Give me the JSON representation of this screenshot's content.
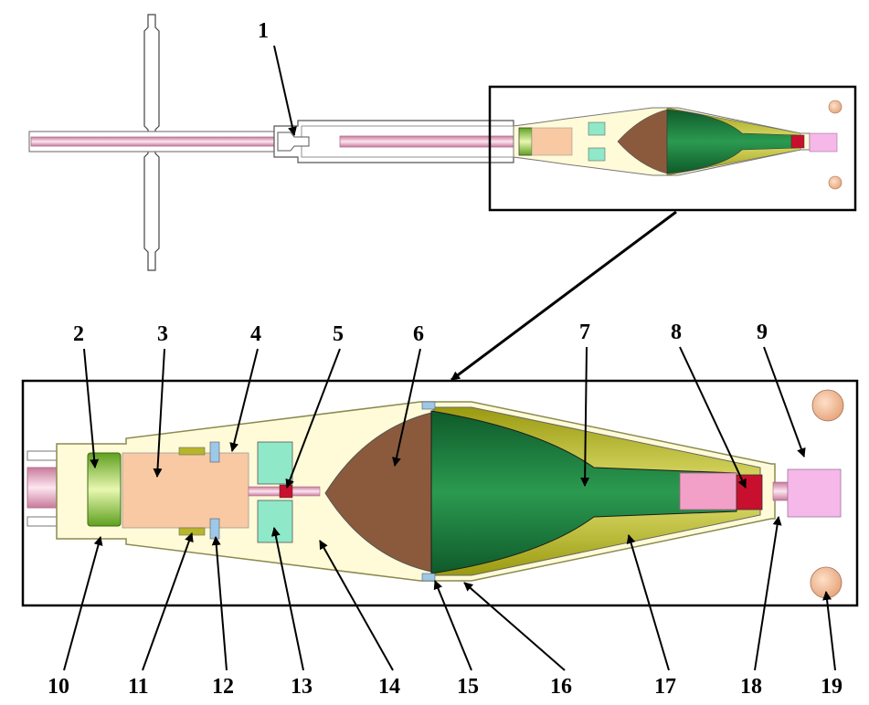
{
  "labels": {
    "l1": "1",
    "l2": "2",
    "l3": "3",
    "l4": "4",
    "l5": "5",
    "l6": "6",
    "l7": "7",
    "l8": "8",
    "l9": "9",
    "l10": "10",
    "l11": "11",
    "l12": "12",
    "l13": "13",
    "l14": "14",
    "l15": "15",
    "l16": "16",
    "l17": "17",
    "l18": "18",
    "l19": "19"
  },
  "colors": {
    "outline": "#000000",
    "shell_fill": "#fffbd8",
    "rod_pink": "#e7a9c4",
    "green_ring": "#8ecb3d",
    "charge_orange": "#f8c9a3",
    "cyan_block": "#8fe8c8",
    "brown_cone": "#8b5a3c",
    "liner_green": "#1e7a3a",
    "olive_case": "#b7b62a",
    "red_part": "#c8102e",
    "pink_tip": "#f5b8e8",
    "blue_ring": "#9dc8e8",
    "orange_disc": "#f6c6a5"
  }
}
